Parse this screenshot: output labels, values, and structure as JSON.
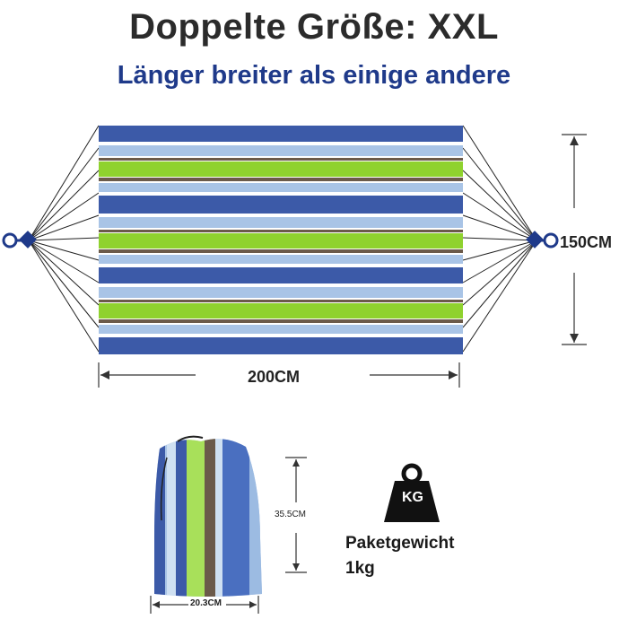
{
  "heading": {
    "title": "Doppelte Größe: XXL",
    "subtitle": "Länger breiter als einige andere"
  },
  "hammock": {
    "width_label": "200CM",
    "height_label": "150CM"
  },
  "bag": {
    "height_label": "35.5CM",
    "width_label": "20.3CM"
  },
  "weight": {
    "icon": "kg-weight-icon",
    "icon_text": "KG",
    "label_line1": "Paketgewicht",
    "label_line2": "1kg"
  },
  "colors": {
    "title": "#2b2b2b",
    "subtitle": "#1f3a8a",
    "stripe_blue": "#3c5aa8",
    "stripe_light": "#a9c4e6",
    "stripe_green": "#8fd22e",
    "stripe_brown": "#6b5a4a"
  }
}
